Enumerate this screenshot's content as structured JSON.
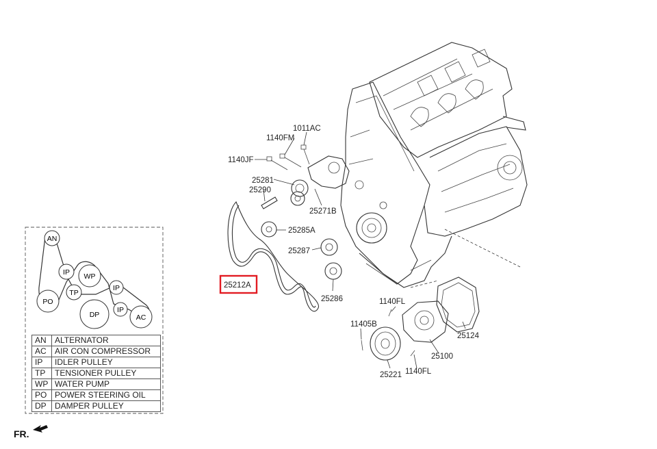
{
  "part_labels": {
    "p1011AC": "1011AC",
    "p1140FM": "1140FM",
    "p1140JF": "1140JF",
    "p25281": "25281",
    "p25290": "25290",
    "p25271B": "25271B",
    "p25285A": "25285A",
    "p25287": "25287",
    "p25212A": "25212A",
    "p25286": "25286",
    "p1140FL_top": "1140FL",
    "p11405B": "11405B",
    "p25124": "25124",
    "p25100": "25100",
    "p25221": "25221",
    "p1140FL_bottom": "1140FL"
  },
  "highlight": {
    "part": "25212A",
    "color": "#e21b22"
  },
  "belt_diagram": {
    "pulleys": {
      "an": "AN",
      "ip1": "IP",
      "wp": "WP",
      "ip2": "IP",
      "tp": "TP",
      "po": "PO",
      "dp": "DP",
      "ip3": "IP",
      "ac": "AC"
    }
  },
  "legend": [
    {
      "code": "AN",
      "name": "ALTERNATOR"
    },
    {
      "code": "AC",
      "name": "AIR CON COMPRESSOR"
    },
    {
      "code": "IP",
      "name": "IDLER PULLEY"
    },
    {
      "code": "TP",
      "name": "TENSIONER PULLEY"
    },
    {
      "code": "WP",
      "name": "WATER PUMP"
    },
    {
      "code": "PO",
      "name": "POWER STEERING OIL"
    },
    {
      "code": "DP",
      "name": "DAMPER PULLEY"
    }
  ],
  "front_marker": "FR."
}
